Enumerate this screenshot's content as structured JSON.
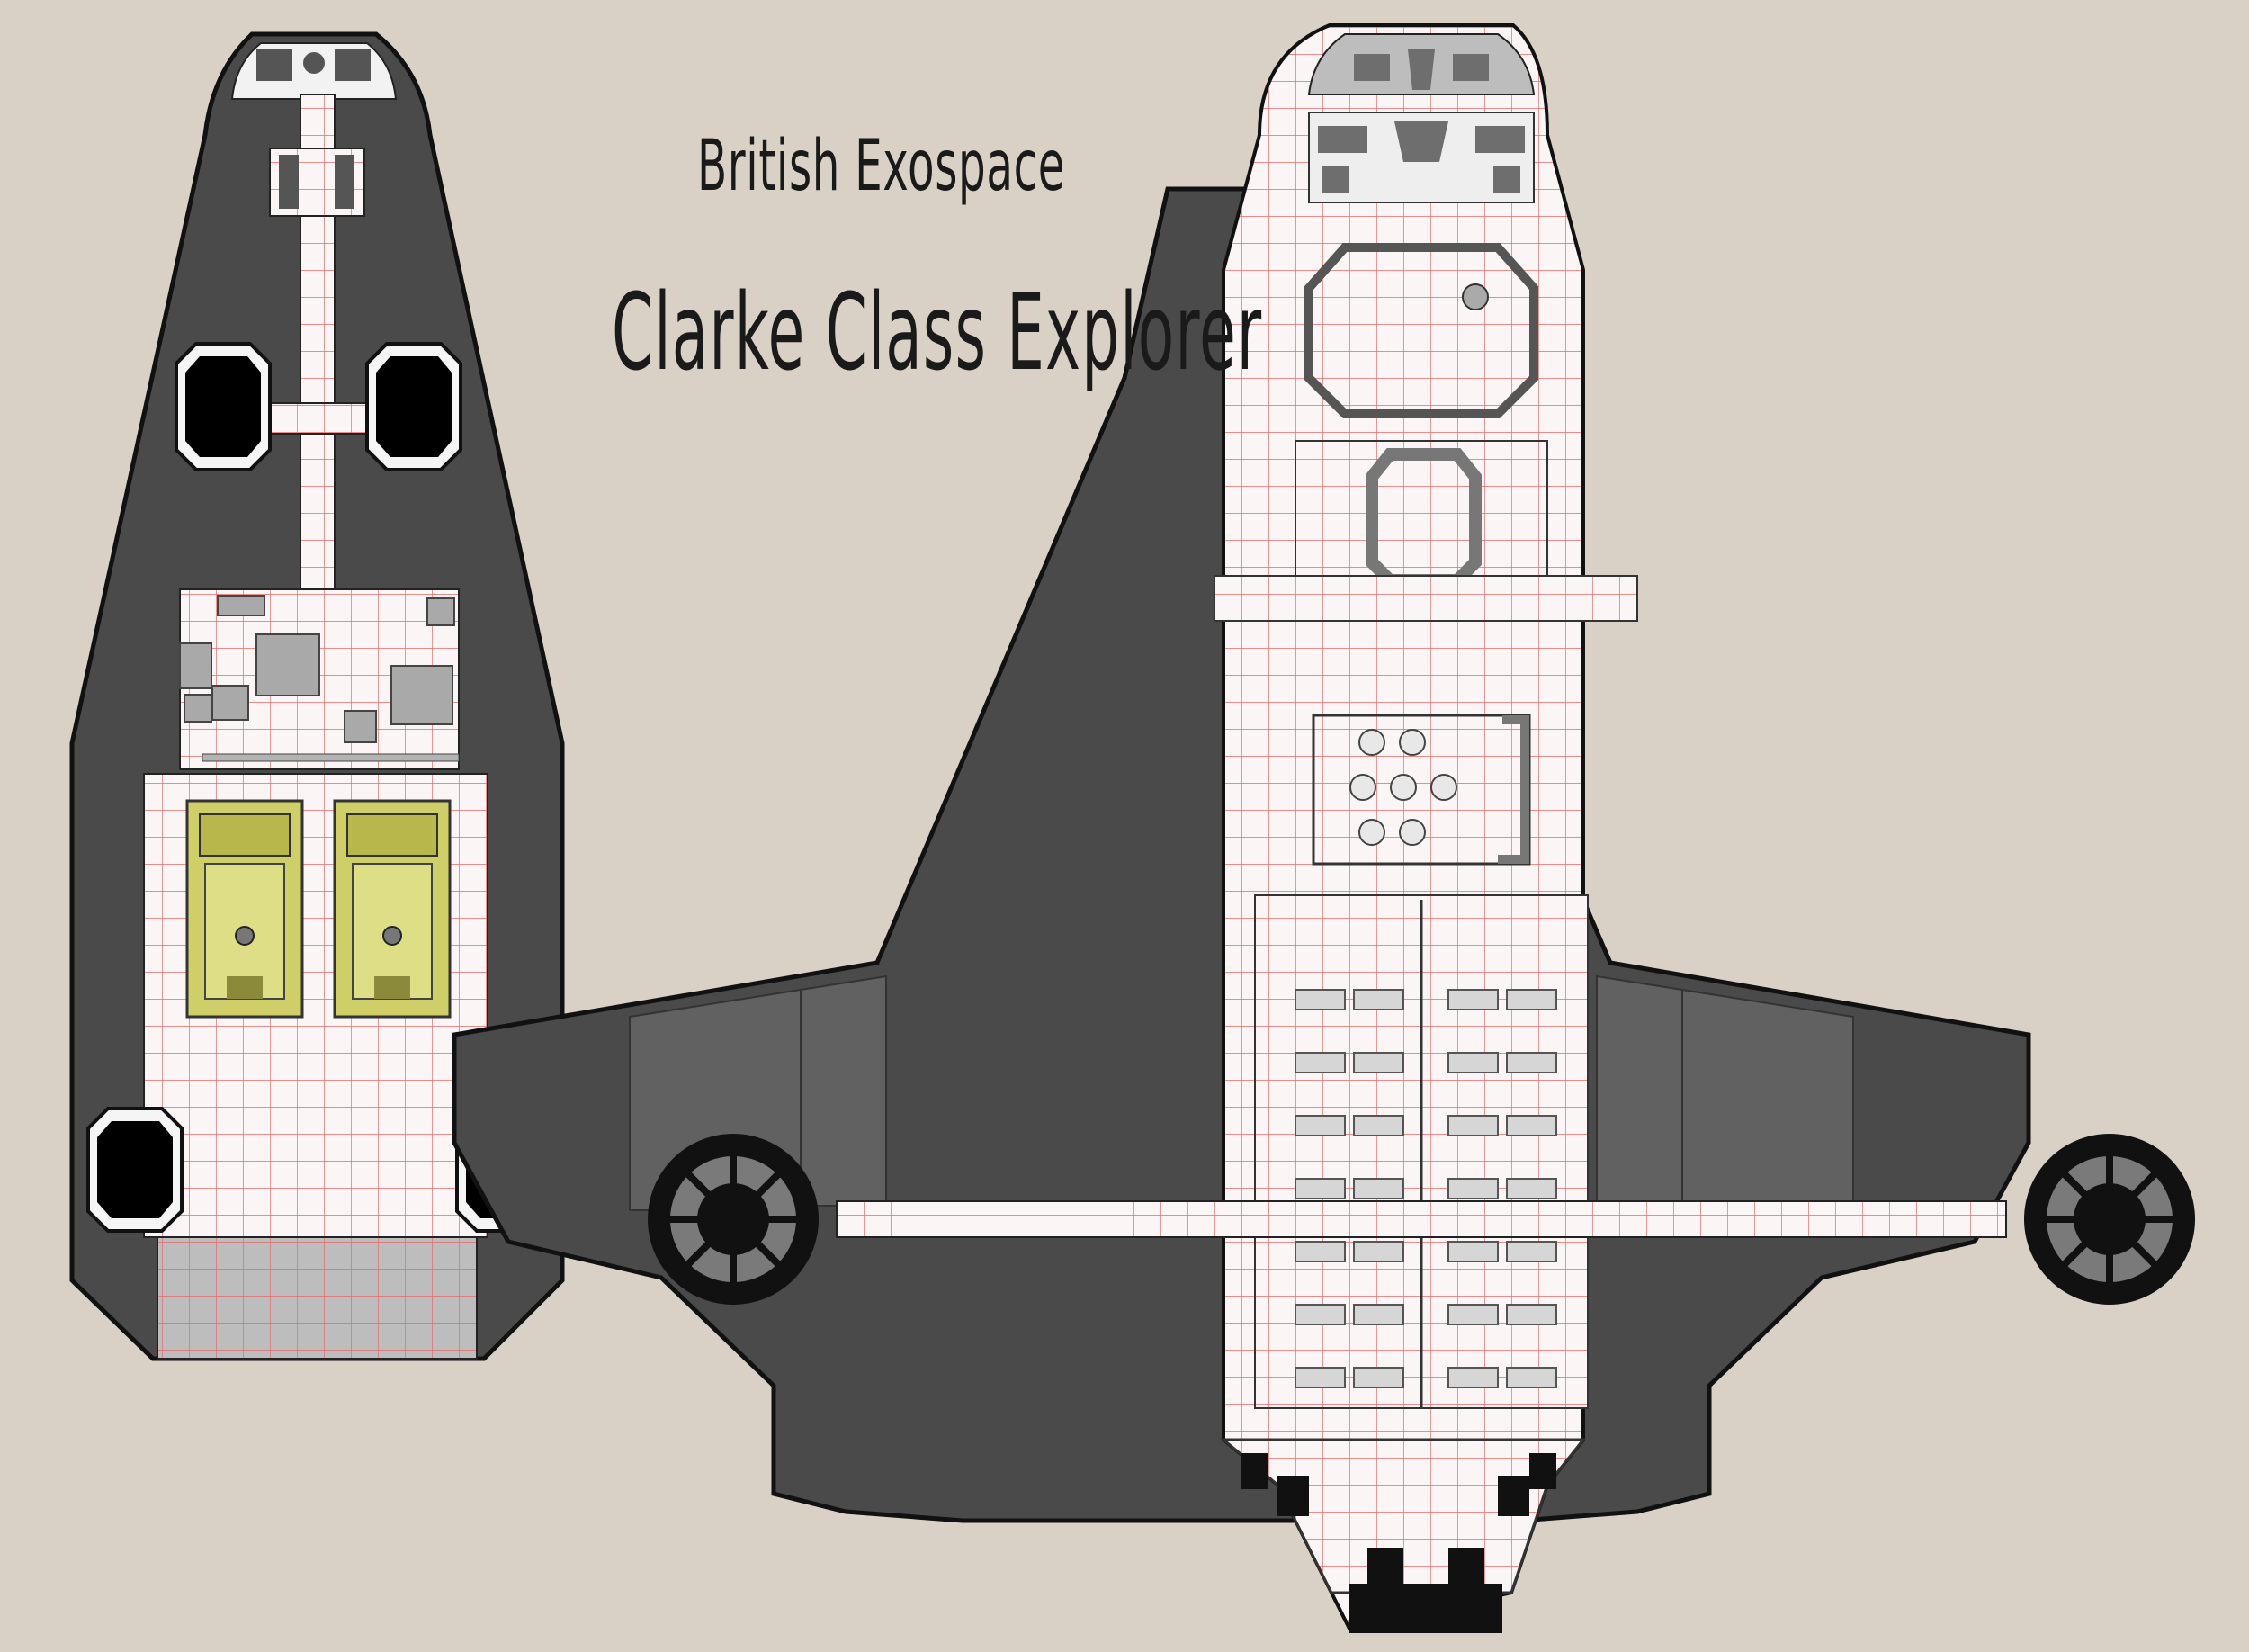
{
  "title": {
    "line1": "British Exospace",
    "line2": "Clarke Class Explorer"
  },
  "colors": {
    "background": "#d9d0c6",
    "hull_dark": "#4a4a4a",
    "hull_mid": "#5e5e5e",
    "deck_floor": "#fbf5f5",
    "grid_line": "#e46a6a",
    "equipment_gray": "#a9a9a9",
    "vehicle_yellow": "#cfcf6a",
    "outline": "#111111"
  },
  "icons": {
    "left_ship": "shuttle-deck-plan",
    "right_ship": "explorer-deck-plan",
    "vehicles": "ground-rover-icon",
    "engines": "thruster-nacelle-icon"
  }
}
